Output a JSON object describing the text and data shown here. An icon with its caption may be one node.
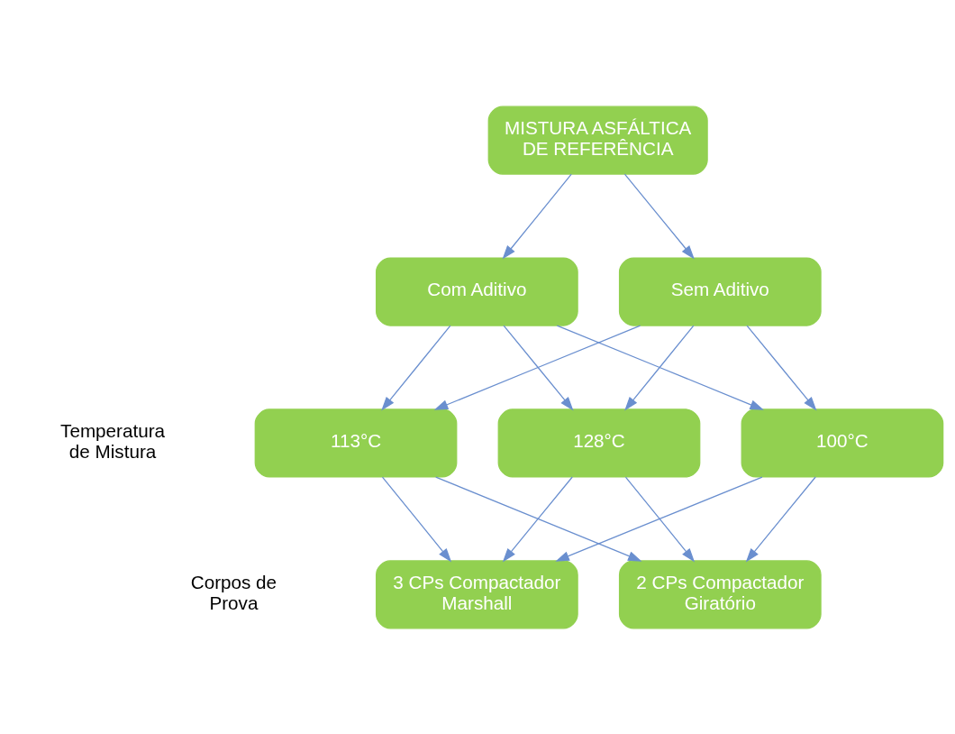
{
  "diagram": {
    "nodes": [
      {
        "text": [
          "MISTURA ASFÁLTICA DE REFERÊNCIA"
        ]
      },
      {
        "text": [
          "Com Aditivo"
        ]
      },
      {
        "text": [
          "Sem Aditivo"
        ]
      },
      {
        "text": [
          "100°C"
        ]
      },
      {
        "text": [
          "113°C"
        ]
      },
      {
        "text": [
          "128°C"
        ]
      },
      {
        "text": [
          "3 CPs Compactador Marshall"
        ]
      },
      {
        "text": [
          "2 CPs Compactador Giratório"
        ]
      }
    ],
    "edges": [
      {
        "from": 0,
        "to": 1,
        "arrow": "to"
      },
      {
        "from": 0,
        "to": 2,
        "arrow": "to"
      },
      {
        "from": 1,
        "to": 3,
        "arrow": "to"
      },
      {
        "from": 1,
        "to": 4,
        "arrow": "to"
      },
      {
        "from": 1,
        "to": 5,
        "arrow": "to"
      },
      {
        "from": 2,
        "to": 3,
        "arrow": "to"
      },
      {
        "from": 2,
        "to": 4,
        "arrow": "to"
      },
      {
        "from": 2,
        "to": 5,
        "arrow": "to"
      },
      {
        "from": 3,
        "to": 6,
        "arrow": "to"
      },
      {
        "from": 3,
        "to": 7,
        "arrow": "to"
      },
      {
        "from": 4,
        "to": 6,
        "arrow": "to"
      },
      {
        "from": 4,
        "to": 7,
        "arrow": "to"
      },
      {
        "from": 5,
        "to": 6,
        "arrow": "to"
      },
      {
        "from": 5,
        "to": 7,
        "arrow": "to"
      }
    ],
    "labels": [
      "Temperatura de Mistura",
      "Corpos de Prova"
    ]
  }
}
